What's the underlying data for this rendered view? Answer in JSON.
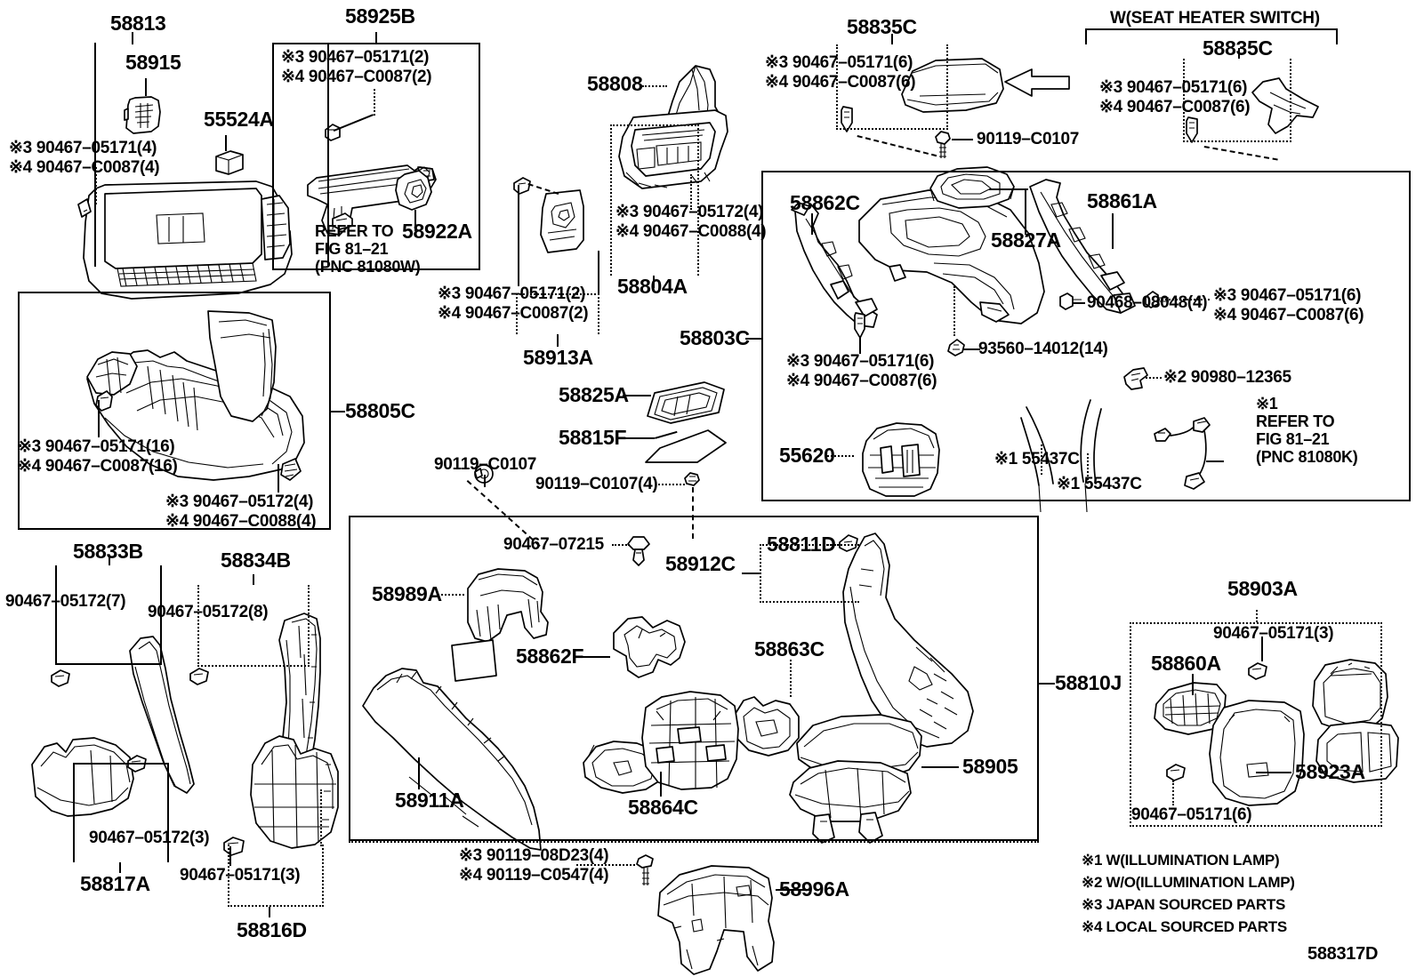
{
  "diagram": {
    "sheet_number": "588317D",
    "title_note": "W(SEAT HEATER SWITCH)"
  },
  "legend": {
    "items": [
      "※1 W(ILLUMINATION LAMP)",
      "※2 W/O(ILLUMINATION LAMP)",
      "※3 JAPAN SOURCED PARTS",
      "※4 LOCAL SOURCED PARTS"
    ]
  },
  "parts": {
    "p58813": "58813",
    "p58915": "58915",
    "p55524A": "55524A",
    "p58925B": "58925B",
    "p58922A": "58922A",
    "p58808": "58808",
    "p58804A": "58804A",
    "p58913A": "58913A",
    "p58835C_top": "58835C",
    "p58835C_right": "58835C",
    "p58862C": "58862C",
    "p58827A": "58827A",
    "p58861A": "58861A",
    "p58803C": "58803C",
    "p55620": "55620",
    "p58805C": "58805C",
    "p58825A": "58825A",
    "p58815F": "58815F",
    "p58833B": "58833B",
    "p58834B": "58834B",
    "p58817A": "58817A",
    "p58816D": "58816D",
    "p58989A": "58989A",
    "p58862F": "58862F",
    "p58911A": "58911A",
    "p58864C": "58864C",
    "p58863C": "58863C",
    "p58912C": "58912C",
    "p58811D": "58811D",
    "p58905": "58905",
    "p58810J": "58810J",
    "p58996A": "58996A",
    "p58903A": "58903A",
    "p58860A": "58860A",
    "p58923A": "58923A"
  },
  "hardware": {
    "h1_line1": "※3 90467–05171(4)",
    "h1_line2": "※4 90467–C0087(4)",
    "h2_line1": "※3 90467–05171(2)",
    "h2_line2": "※4 90467–C0087(2)",
    "h3_line1": "※3 90467–05172(4)",
    "h3_line2": "※4 90467–C0088(4)",
    "h4_line1": "※3 90467–05171(2)",
    "h4_line2": "※4 90467–C0087(2)",
    "h5_line1": "※3 90467–05171(6)",
    "h5_line2": "※4 90467–C0087(6)",
    "h6_line1": "※3 90467–05171(6)",
    "h6_line2": "※4 90467–C0087(6)",
    "h7_line1": "※3 90467–05171(6)",
    "h7_line2": "※4 90467–C0087(6)",
    "h8_line1": "※3 90467–05171(6)",
    "h8_line2": "※4 90467–C0087(6)",
    "h9_line1": "※3 90467–05171(16)",
    "h9_line2": "※4 90467–C0087(16)",
    "h10_line1": "※3 90467–05172(4)",
    "h10_line2": "※4 90467–C0088(4)",
    "h11_line1": "※3 90119–08D23(4)",
    "h11_line2": "※4 90119–C0547(4)",
    "b90119_a": "90119–C0107",
    "b90119_b": "90119–C0107",
    "b90119_c": "90119–C0107(4)",
    "b90467_07215": "90467–07215",
    "b90468_08048": "90468–08048(4)",
    "b93560_14012": "93560–14012(14)",
    "b90980_12365": "※2 90980–12365",
    "b90467_05172_7": "90467–05172(7)",
    "b90467_05172_8": "90467–05172(8)",
    "b90467_05172_3": "90467–05172(3)",
    "b90467_05171_3a": "90467–05171(3)",
    "b90467_05171_3b": "90467–05171(3)",
    "b90467_05171_6": "90467–05171(6)",
    "w55437C_a": "※1 55437C",
    "w55437C_b": "※1 55437C"
  },
  "notes": {
    "refer_81080W": "REFER TO\nFIG 81–21\n(PNC 81080W)",
    "refer_81080K": "※1\nREFER TO\nFIG 81–21\n(PNC 81080K)"
  }
}
